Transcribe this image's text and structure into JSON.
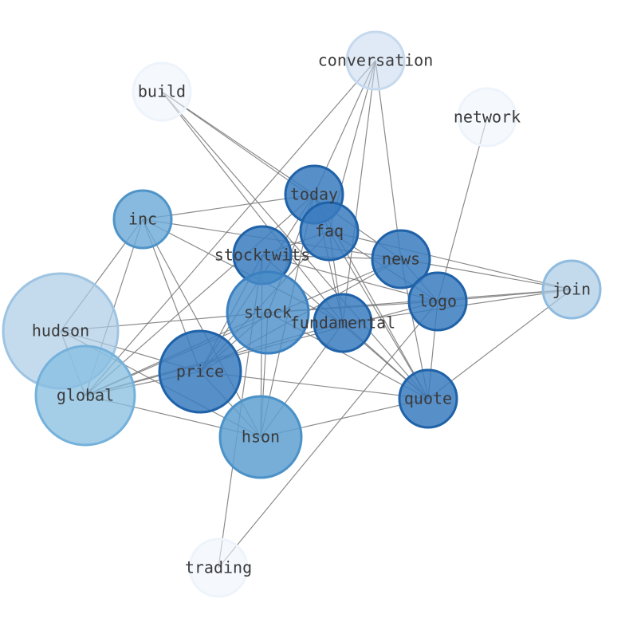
{
  "nodes": [
    {
      "id": "conversation",
      "label": "conversation",
      "fill": "#c6d9ee",
      "stroke": "#c6d9ee",
      "opacity": 0.55
    },
    {
      "id": "build",
      "label": "build",
      "fill": "#eef4fb",
      "stroke": "#eef4fb",
      "opacity": 0.6
    },
    {
      "id": "network",
      "label": "network",
      "fill": "#eef4fb",
      "stroke": "#eef4fb",
      "opacity": 0.6
    },
    {
      "id": "today",
      "label": "today",
      "fill": "#3a7bbf",
      "stroke": "#1f62a8",
      "opacity": 0.85
    },
    {
      "id": "inc",
      "label": "inc",
      "fill": "#6aa8d6",
      "stroke": "#4f94c8",
      "opacity": 0.8
    },
    {
      "id": "faq",
      "label": "faq",
      "fill": "#3a7bbf",
      "stroke": "#1f62a8",
      "opacity": 0.85
    },
    {
      "id": "stocktwits",
      "label": "stocktwits",
      "fill": "#3a7bbf",
      "stroke": "#1f62a8",
      "opacity": 0.85
    },
    {
      "id": "news",
      "label": "news",
      "fill": "#3a7bbf",
      "stroke": "#1f62a8",
      "opacity": 0.85
    },
    {
      "id": "join",
      "label": "join",
      "fill": "#a9cbe6",
      "stroke": "#8fbbdf",
      "opacity": 0.7
    },
    {
      "id": "logo",
      "label": "logo",
      "fill": "#3a7bbf",
      "stroke": "#1f62a8",
      "opacity": 0.85
    },
    {
      "id": "hudson",
      "label": "hudson",
      "fill": "#abcce5",
      "stroke": "#9ec4e2",
      "opacity": 0.7
    },
    {
      "id": "stock",
      "label": "stock",
      "fill": "#4a8dc8",
      "stroke": "#3b80c0",
      "opacity": 0.8
    },
    {
      "id": "fundamental",
      "label": "fundamental",
      "fill": "#3a7bbf",
      "stroke": "#1f62a8",
      "opacity": 0.85
    },
    {
      "id": "price",
      "label": "price",
      "fill": "#3a7bbf",
      "stroke": "#1f62a8",
      "opacity": 0.85
    },
    {
      "id": "global",
      "label": "global",
      "fill": "#86bde0",
      "stroke": "#74b1db",
      "opacity": 0.75
    },
    {
      "id": "quote",
      "label": "quote",
      "fill": "#3a7bbf",
      "stroke": "#1f62a8",
      "opacity": 0.85
    },
    {
      "id": "hson",
      "label": "hson",
      "fill": "#5ea0d1",
      "stroke": "#4b92c8",
      "opacity": 0.85
    },
    {
      "id": "trading",
      "label": "trading",
      "fill": "#eef4fb",
      "stroke": "#eef4fb",
      "opacity": 0.6
    }
  ],
  "edges": [
    [
      "conversation",
      "today"
    ],
    [
      "conversation",
      "faq"
    ],
    [
      "conversation",
      "fundamental"
    ],
    [
      "conversation",
      "news"
    ],
    [
      "conversation",
      "global"
    ],
    [
      "build",
      "today"
    ],
    [
      "build",
      "news"
    ],
    [
      "build",
      "quote"
    ],
    [
      "build",
      "fundamental"
    ],
    [
      "network",
      "logo"
    ],
    [
      "today",
      "inc"
    ],
    [
      "today",
      "price"
    ],
    [
      "today",
      "global"
    ],
    [
      "today",
      "fundamental"
    ],
    [
      "today",
      "quote"
    ],
    [
      "today",
      "hson"
    ],
    [
      "today",
      "stock"
    ],
    [
      "today",
      "faq"
    ],
    [
      "faq",
      "price"
    ],
    [
      "faq",
      "logo"
    ],
    [
      "faq",
      "quote"
    ],
    [
      "faq",
      "stocktwits"
    ],
    [
      "faq",
      "join"
    ],
    [
      "faq",
      "fundamental"
    ],
    [
      "inc",
      "news"
    ],
    [
      "inc",
      "hudson"
    ],
    [
      "inc",
      "global"
    ],
    [
      "inc",
      "price"
    ],
    [
      "inc",
      "hson"
    ],
    [
      "inc",
      "fundamental"
    ],
    [
      "stocktwits",
      "news"
    ],
    [
      "stocktwits",
      "logo"
    ],
    [
      "stocktwits",
      "quote"
    ],
    [
      "stocktwits",
      "price"
    ],
    [
      "stocktwits",
      "hson"
    ],
    [
      "stocktwits",
      "trading"
    ],
    [
      "news",
      "join"
    ],
    [
      "news",
      "price"
    ],
    [
      "news",
      "quote"
    ],
    [
      "news",
      "global"
    ],
    [
      "news",
      "logo"
    ],
    [
      "join",
      "logo"
    ],
    [
      "join",
      "quote"
    ],
    [
      "join",
      "stock"
    ],
    [
      "join",
      "fundamental"
    ],
    [
      "logo",
      "trading"
    ],
    [
      "logo",
      "quote"
    ],
    [
      "logo",
      "global"
    ],
    [
      "logo",
      "stock"
    ],
    [
      "hudson",
      "stock"
    ],
    [
      "hudson",
      "global"
    ],
    [
      "hudson",
      "hson"
    ],
    [
      "hudson",
      "price"
    ],
    [
      "stock",
      "global"
    ],
    [
      "stock",
      "price"
    ],
    [
      "stock",
      "hson"
    ],
    [
      "stock",
      "quote"
    ],
    [
      "fundamental",
      "hson"
    ],
    [
      "fundamental",
      "quote"
    ],
    [
      "fundamental",
      "global"
    ],
    [
      "price",
      "global"
    ],
    [
      "price",
      "quote"
    ],
    [
      "price",
      "hson"
    ],
    [
      "global",
      "hson"
    ],
    [
      "quote",
      "hson"
    ]
  ]
}
